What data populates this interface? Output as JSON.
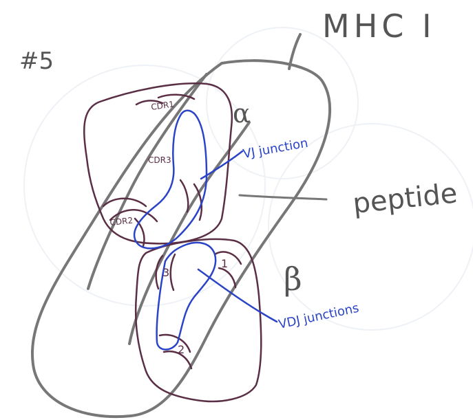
{
  "page_label": "#5",
  "mhc_label": "MHC I",
  "alpha_label": "α",
  "beta_label": "β",
  "peptide_label": "peptide",
  "vj_label": "VJ junction",
  "vdj_label": "VDJ junctions",
  "cdr_alpha": {
    "cdr1": "CDR1",
    "cdr2": "CDR2",
    "cdr3": "CDR3"
  },
  "cdr_beta": {
    "cdr1": "1",
    "cdr2": "2",
    "cdr3": "3"
  },
  "colors": {
    "paper": "#ffffff",
    "mhc_outline": "#777777",
    "tcr_outline": "#5a2f45",
    "junction_blue": "#2a43c7",
    "label_gray": "#555555"
  }
}
